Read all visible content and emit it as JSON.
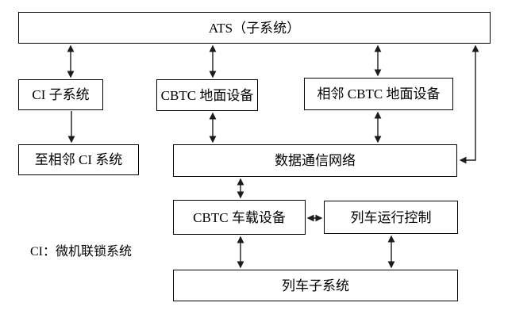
{
  "diagram": {
    "nodes": {
      "ats": "ATS（子系统）",
      "ci_subsystem": "CI 子系统",
      "cbtc_ground": "CBTC 地面设备",
      "adjacent_cbtc_ground": "相邻 CBTC 地面设备",
      "to_adjacent_ci": "至相邻 CI 系统",
      "data_network": "数据通信网络",
      "cbtc_onboard": "CBTC 车载设备",
      "train_operation_control": "列车运行控制",
      "train_subsystem": "列车子系统"
    },
    "note": "CI：微机联锁系统",
    "edges": [
      {
        "from": "ats",
        "to": "ci_subsystem",
        "type": "bidirectional"
      },
      {
        "from": "ats",
        "to": "cbtc_ground",
        "type": "bidirectional"
      },
      {
        "from": "ats",
        "to": "adjacent_cbtc_ground",
        "type": "bidirectional"
      },
      {
        "from": "ci_subsystem",
        "to": "to_adjacent_ci",
        "type": "unidirectional"
      },
      {
        "from": "cbtc_ground",
        "to": "data_network",
        "type": "bidirectional"
      },
      {
        "from": "adjacent_cbtc_ground",
        "to": "data_network",
        "type": "bidirectional"
      },
      {
        "from": "ats",
        "to": "data_network",
        "type": "bidirectional",
        "route": "right-side-elbow"
      },
      {
        "from": "data_network",
        "to": "cbtc_onboard",
        "type": "bidirectional"
      },
      {
        "from": "cbtc_onboard",
        "to": "train_operation_control",
        "type": "bidirectional"
      },
      {
        "from": "cbtc_onboard",
        "to": "train_subsystem",
        "type": "bidirectional"
      },
      {
        "from": "train_operation_control",
        "to": "train_subsystem",
        "type": "bidirectional"
      }
    ],
    "colors": {
      "background": "#ffffff",
      "box_border": "#000000",
      "line": "#1c1c1c",
      "text": "#000000"
    }
  }
}
